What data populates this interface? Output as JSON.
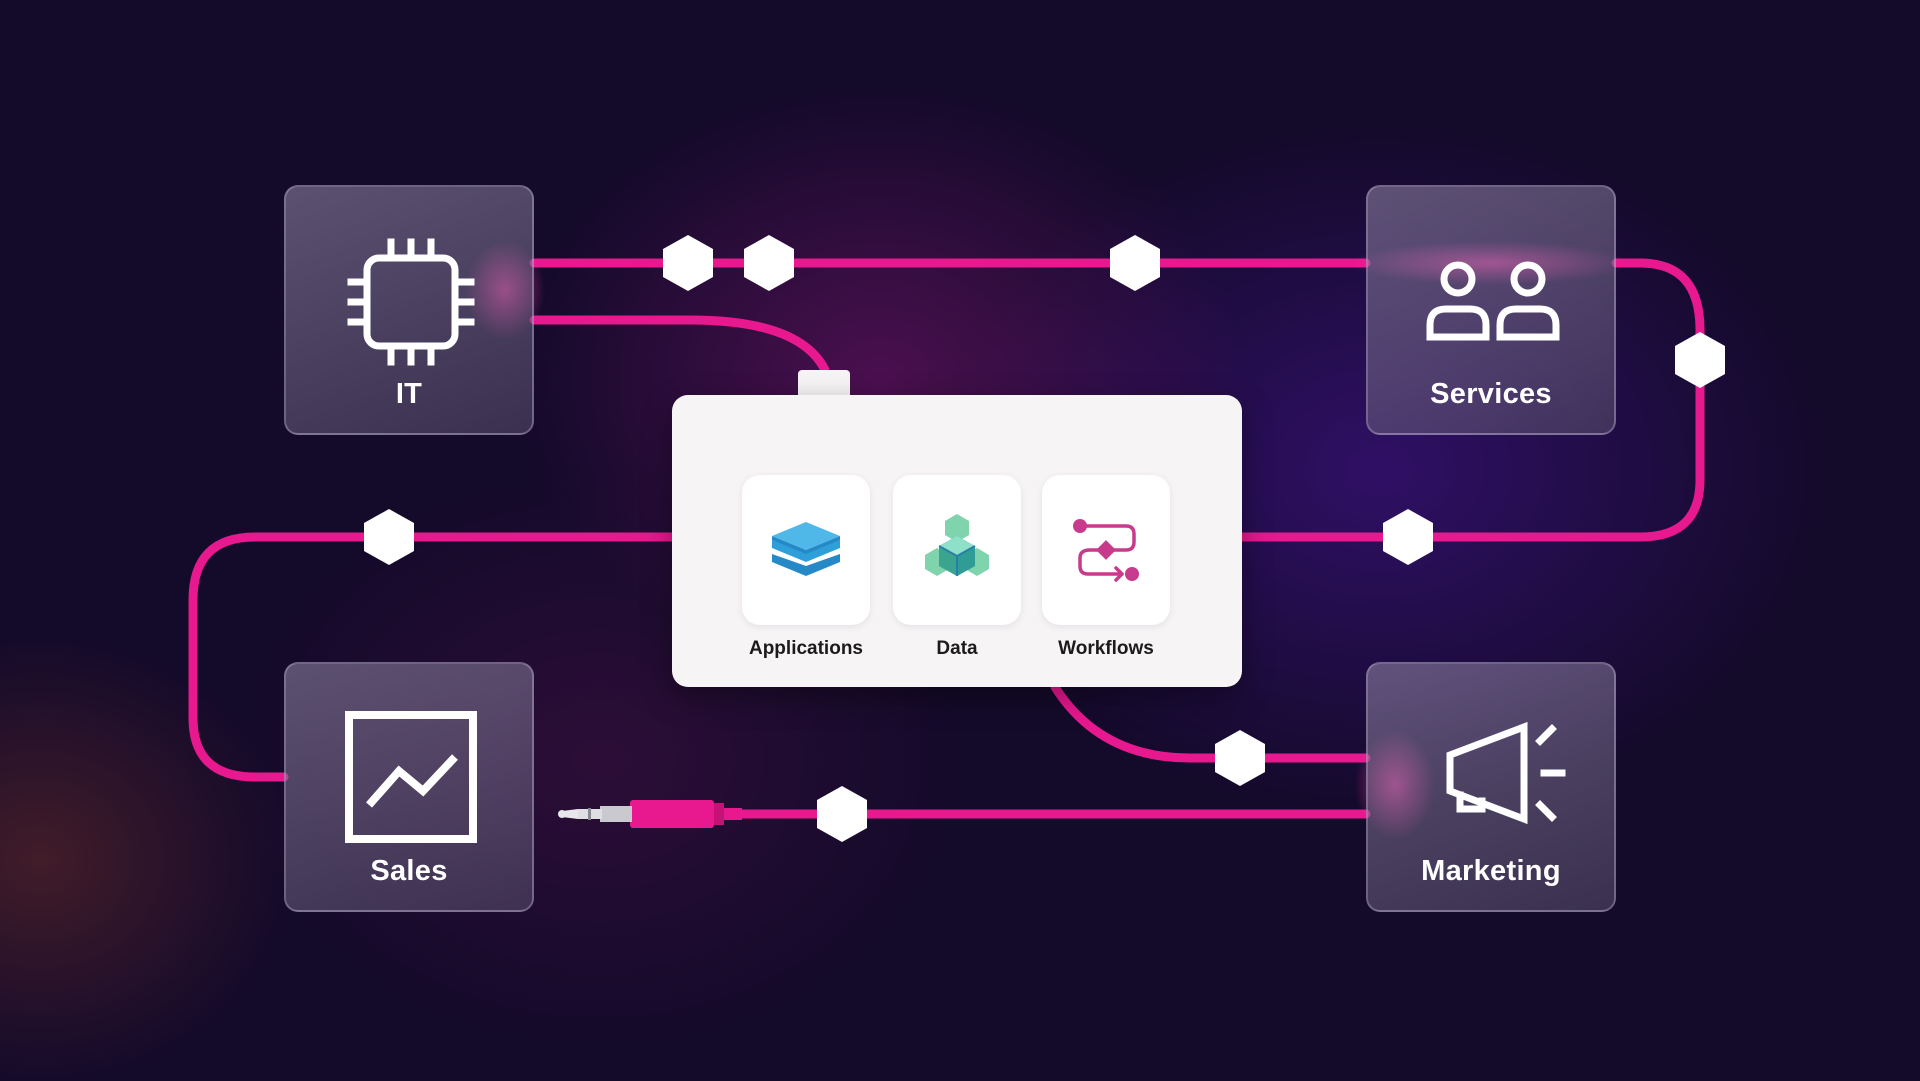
{
  "colors": {
    "wire": "#e8188f",
    "hex": "#ffffff",
    "panel": "#f7f4f6"
  },
  "departments": {
    "it": {
      "label": "IT",
      "icon": "cpu-chip-icon"
    },
    "services": {
      "label": "Services",
      "icon": "people-icon"
    },
    "sales": {
      "label": "Sales",
      "icon": "line-chart-icon"
    },
    "marketing": {
      "label": "Marketing",
      "icon": "megaphone-icon"
    }
  },
  "hub": {
    "tiles": [
      {
        "label": "Applications",
        "icon": "layers-icon",
        "color": "#2e9fd8"
      },
      {
        "label": "Data",
        "icon": "hexagon-cube-icon",
        "color": "#6dcba0"
      },
      {
        "label": "Workflows",
        "icon": "workflow-icon",
        "color": "#c83a8c"
      }
    ]
  },
  "connectors": {
    "plug": "audio-jack-plug-icon",
    "node": "hexagon-node-icon"
  }
}
